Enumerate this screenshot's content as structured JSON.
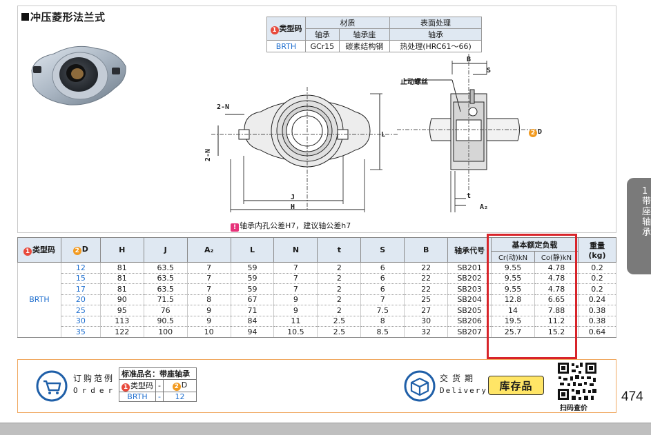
{
  "title": "冲压菱形法兰式",
  "material_table": {
    "type_code_label": "类型码",
    "material_header": "材质",
    "surface_header": "表面处理",
    "col_bearing": "轴承",
    "col_housing": "轴承座",
    "col_surface_bearing": "轴承",
    "type": "BRTH",
    "bearing_material": "GCr15",
    "housing_material": "碳素结构钢",
    "surface_treatment": "热处理(HRC61～66)"
  },
  "drawing_labels": {
    "two_n_top": "2-N",
    "two_n_side": "2-N",
    "L": "L",
    "J": "J",
    "H": "H",
    "B": "B",
    "S": "S",
    "D": "D",
    "t": "t",
    "A2": "A₂",
    "set_screw": "止动螺丝"
  },
  "tolerance_note": "轴承内孔公差H7，建议轴公差h7",
  "spec_table": {
    "headers": {
      "type_code": "类型码",
      "D": "D",
      "H": "H",
      "J": "J",
      "A2": "A₂",
      "L": "L",
      "N": "N",
      "t": "t",
      "S": "S",
      "B": "B",
      "bearing_code": "轴承代号",
      "load_group": "基本额定负载",
      "cr": "Cr(动)kN",
      "co": "Co(静)kN",
      "weight": "重量",
      "weight_unit": "(kg)"
    },
    "type": "BRTH",
    "rows": [
      [
        "12",
        "81",
        "63.5",
        "7",
        "59",
        "7",
        "2",
        "6",
        "22",
        "SB201",
        "9.55",
        "4.78",
        "0.2"
      ],
      [
        "15",
        "81",
        "63.5",
        "7",
        "59",
        "7",
        "2",
        "6",
        "22",
        "SB202",
        "9.55",
        "4.78",
        "0.2"
      ],
      [
        "17",
        "81",
        "63.5",
        "7",
        "59",
        "7",
        "2",
        "6",
        "22",
        "SB203",
        "9.55",
        "4.78",
        "0.2"
      ],
      [
        "20",
        "90",
        "71.5",
        "8",
        "67",
        "9",
        "2",
        "7",
        "25",
        "SB204",
        "12.8",
        "6.65",
        "0.24"
      ],
      [
        "25",
        "95",
        "76",
        "9",
        "71",
        "9",
        "2",
        "7.5",
        "27",
        "SB205",
        "14",
        "7.88",
        "0.38"
      ],
      [
        "30",
        "113",
        "90.5",
        "9",
        "84",
        "11",
        "2.5",
        "8",
        "30",
        "SB206",
        "19.5",
        "11.2",
        "0.38"
      ],
      [
        "35",
        "122",
        "100",
        "10",
        "94",
        "10.5",
        "2.5",
        "8.5",
        "32",
        "SB207",
        "25.7",
        "15.2",
        "0.64"
      ]
    ]
  },
  "order": {
    "label_cn": "订购范例",
    "label_en": "Order",
    "std_name": "标准品名：带座轴承",
    "type_code_label": "类型码",
    "dash": "-",
    "D_label": "D",
    "type_value": "BRTH",
    "D_value": "12"
  },
  "delivery": {
    "label_cn": "交货期",
    "label_en": "Delivery",
    "stock_label": "库存品"
  },
  "qr_label": "扫码查价",
  "page_number": "474",
  "side_tab": "1带座轴承",
  "badges": {
    "one": "1",
    "two": "2",
    "note": "!"
  }
}
